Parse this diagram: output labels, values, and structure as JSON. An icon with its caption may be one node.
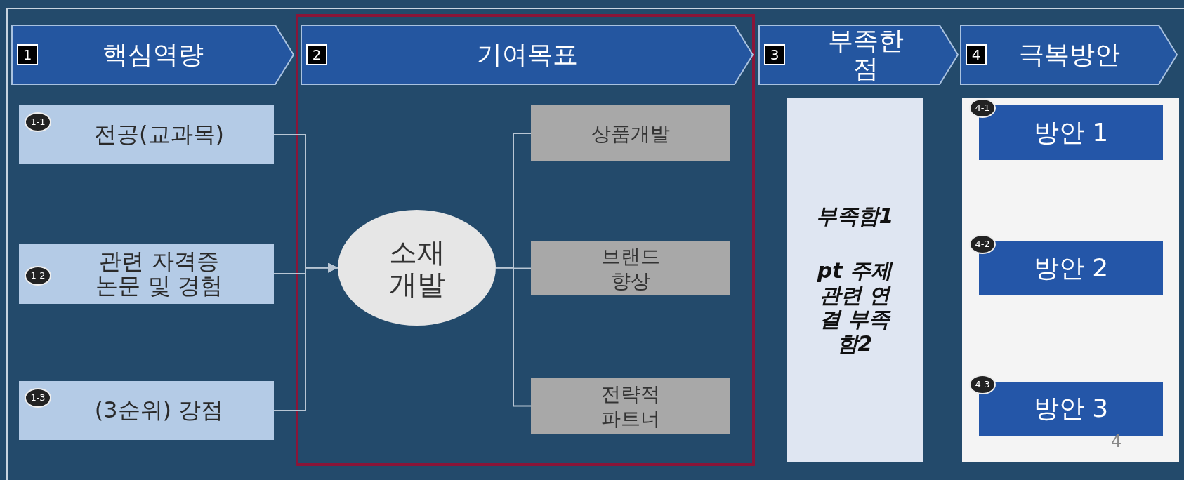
{
  "diagram": {
    "nodes": [
      {
        "text": [
          "1",
          "핵심역량"
        ]
      },
      {
        "text": [
          "2",
          "기여목표"
        ]
      },
      {
        "text": [
          "3",
          "부족한 점"
        ]
      },
      {
        "text": [
          "4",
          "극복방안"
        ]
      },
      {
        "text": [
          "1-1",
          "전공(교과목)"
        ]
      },
      {
        "text": [
          "1-2",
          "관련 자격증 논문 및 경험"
        ]
      },
      {
        "text": [
          "1-3",
          "(3순위) 강점"
        ]
      },
      {
        "text": [
          "소재 개발"
        ]
      },
      {
        "text": [
          "상품개발"
        ]
      },
      {
        "text": [
          "브랜드 향상"
        ]
      },
      {
        "text": [
          "전략적 파트너"
        ]
      },
      {
        "text": [
          "부족함1",
          "pt 주제 관련 연결 부족함2"
        ]
      },
      {
        "text": [],
        "shape": "box"
      },
      {
        "text": [
          "4-1",
          "방안 1"
        ],
        "in": 12
      },
      {
        "text": [
          "4-2",
          "방안 2"
        ],
        "in": 12
      },
      {
        "text": [
          "4-3",
          "방안 3"
        ],
        "in": 12
      }
    ],
    "edges": [
      {
        "from": 4,
        "to": 7,
        "arrow": "to"
      },
      {
        "from": 5,
        "to": 7,
        "arrow": "to"
      },
      {
        "from": 6,
        "to": 7,
        "arrow": "to"
      },
      {
        "from": 7,
        "to": 8,
        "arrow": "none"
      },
      {
        "from": 7,
        "to": 9,
        "arrow": "none"
      },
      {
        "from": 7,
        "to": 10,
        "arrow": "none"
      }
    ],
    "labels": [
      "4"
    ]
  }
}
